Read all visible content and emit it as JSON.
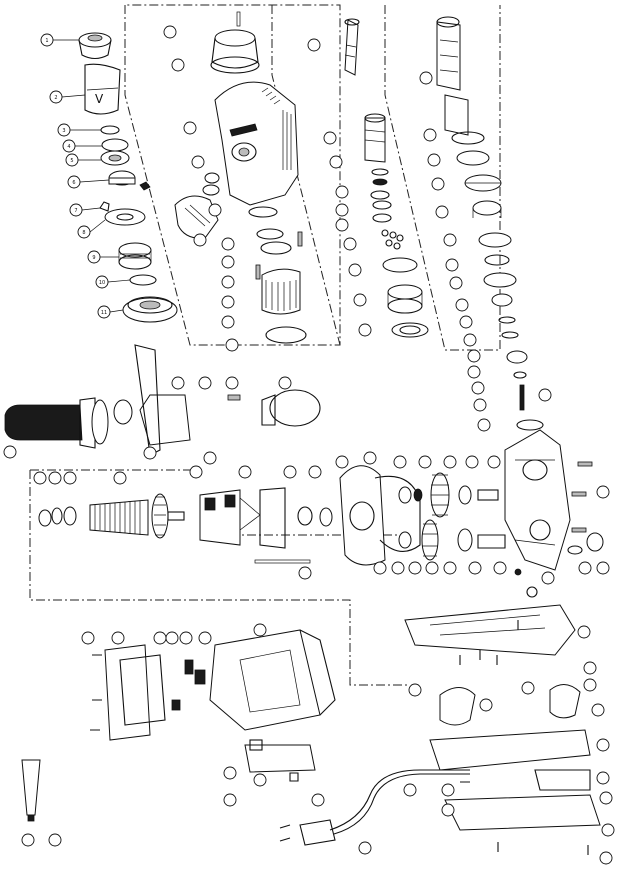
{
  "figure": {
    "type": "exploded parts diagram",
    "subject": "rotary hammer drill",
    "callouts": [
      {
        "id": "c1",
        "label": "1"
      },
      {
        "id": "c2",
        "label": "2"
      },
      {
        "id": "c3",
        "label": "3"
      },
      {
        "id": "c4",
        "label": "4"
      },
      {
        "id": "c5",
        "label": "5"
      },
      {
        "id": "c6",
        "label": "6"
      },
      {
        "id": "c7",
        "label": "7"
      },
      {
        "id": "c8",
        "label": "8"
      },
      {
        "id": "c9",
        "label": "9"
      },
      {
        "id": "c10",
        "label": "10"
      },
      {
        "id": "c11",
        "label": "11"
      }
    ]
  }
}
